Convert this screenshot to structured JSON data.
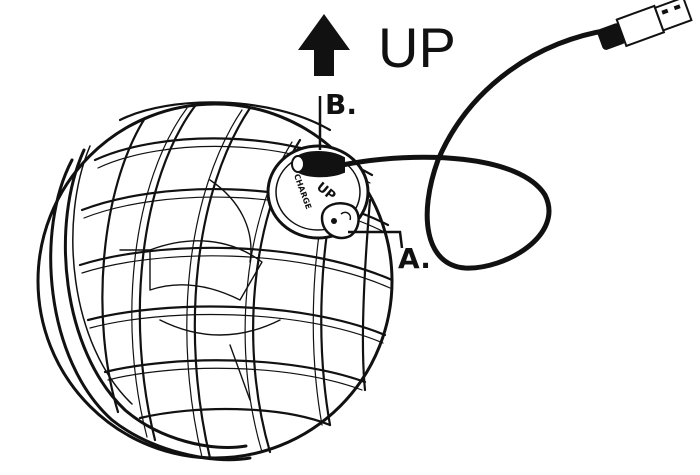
{
  "direction": {
    "label": "UP"
  },
  "callouts": {
    "a": "A.",
    "b": "B."
  },
  "device": {
    "port_label": "CHARGE",
    "top_label": "UP"
  },
  "colors": {
    "ink": "#111111",
    "background": "#ffffff"
  }
}
